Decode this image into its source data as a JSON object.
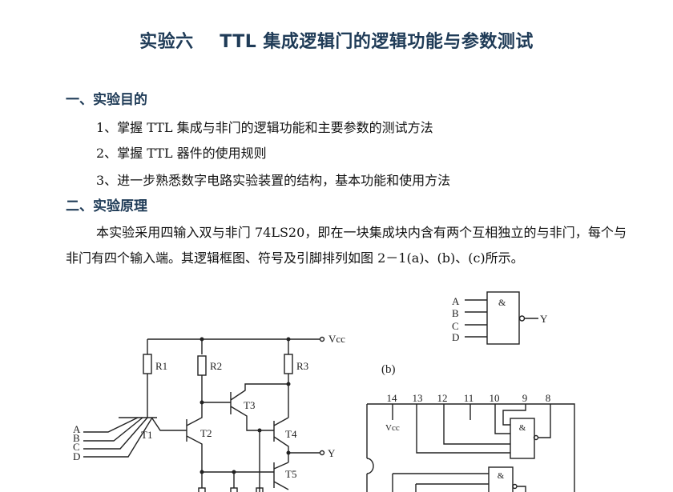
{
  "title": "实验六    TTL 集成逻辑门的逻辑功能与参数测试",
  "sections": [
    {
      "heading": "一、实验目的",
      "items": [
        "1、掌握 TTL 集成与非门的逻辑功能和主要参数的测试方法",
        "2、掌握 TTL 器件的使用规则",
        "3、进一步熟悉数字电路实验装置的结构，基本功能和使用方法"
      ]
    },
    {
      "heading": "二、实验原理",
      "paragraph": "本实验采用四输入双与非门 74LS20，即在一块集成块内含有两个互相独立的与非门，每个与非门有四个输入端。其逻辑框图、符号及引脚排列如图 2－1(a)、(b)、(c)所示。"
    }
  ],
  "circuit": {
    "vcc": "Vcc",
    "resistors": [
      "R1",
      "R2",
      "R3"
    ],
    "transistors": [
      "T1",
      "T2",
      "T3",
      "T4",
      "T5"
    ],
    "inputs": [
      "A",
      "B",
      "C",
      "D"
    ],
    "output": "Y"
  },
  "symbol": {
    "inputs": [
      "A",
      "B",
      "C",
      "D"
    ],
    "gate": "&",
    "output": "Y"
  },
  "label_b": "(b)",
  "dip": {
    "pins": [
      "14",
      "13",
      "12",
      "11",
      "10",
      "9",
      "8"
    ],
    "vcc": "Vcc",
    "gate": "&"
  }
}
